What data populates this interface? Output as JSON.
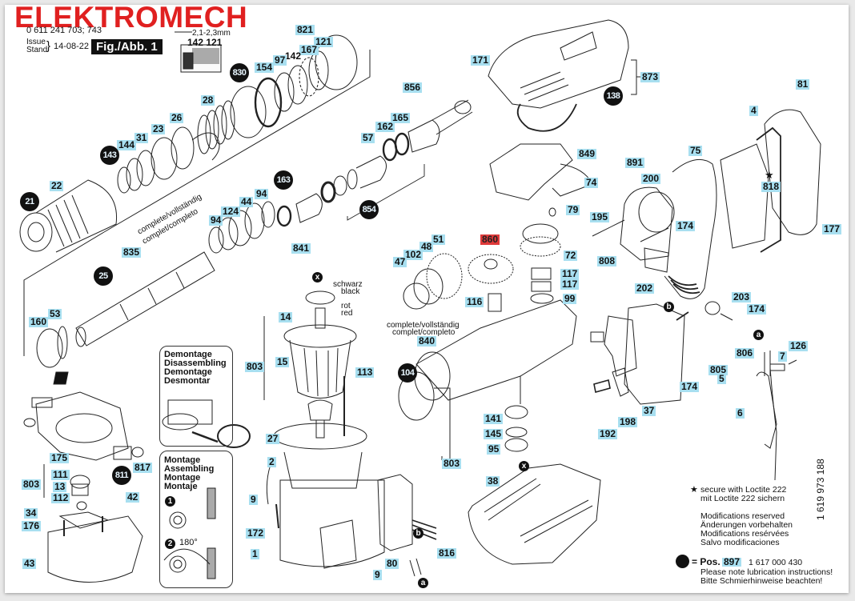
{
  "header": {
    "brand": "ELEKTROMECH",
    "model_numbers": "0 611 241 703; 743",
    "issue_label_en": "Issue",
    "issue_label_de": "Stand",
    "issue_date": "14-08-22",
    "figure_label": "Fig./Abb. 1",
    "gap_dimension": "2,1-2,3mm",
    "gap_parts": "142 121"
  },
  "callouts": {
    "p821": "821",
    "p121": "121",
    "p167": "167",
    "p142": "142",
    "p97": "97",
    "p154": "154",
    "p830": "830",
    "p28": "28",
    "p26": "26",
    "p23": "23",
    "p31": "31",
    "p144": "144",
    "p143": "143",
    "p22": "22",
    "p21": "21",
    "p856": "856",
    "p165": "165",
    "p162": "162",
    "p57": "57",
    "p854": "854",
    "p163": "163",
    "p94a": "94",
    "p44": "44",
    "p124": "124",
    "p94b": "94",
    "p841": "841",
    "p835": "835",
    "p25": "25",
    "p53": "53",
    "p160": "160",
    "p14": "14",
    "p803a": "803",
    "p15": "15",
    "p113": "113",
    "p27": "27",
    "p2": "2",
    "p9a": "9",
    "p172": "172",
    "p1": "1",
    "p9b": "9",
    "p80": "80",
    "p816": "816",
    "p175": "175",
    "p817": "817",
    "p811": "811",
    "p803b": "803",
    "p111": "111",
    "p13": "13",
    "p112": "112",
    "p42": "42",
    "p34": "34",
    "p176": "176",
    "p43": "43",
    "p171": "171",
    "p873": "873",
    "p138": "138",
    "p849": "849",
    "p74": "74",
    "p79": "79",
    "p860": "860",
    "p72": "72",
    "p51": "51",
    "p48": "48",
    "p102": "102",
    "p47": "47",
    "p117a": "117",
    "p117b": "117",
    "p116": "116",
    "p99": "99",
    "p840": "840",
    "p104": "104",
    "p141": "141",
    "p145": "145",
    "p95": "95",
    "p803c": "803",
    "p38": "38",
    "p891": "891",
    "p200": "200",
    "p195": "195",
    "p75": "75",
    "p174a": "174",
    "p808": "808",
    "p202": "202",
    "p4": "4",
    "p818": "818",
    "p81": "81",
    "p177": "177",
    "p203": "203",
    "p174b": "174",
    "p174c": "174",
    "p37": "37",
    "p192": "192",
    "p198": "198",
    "p806": "806",
    "p805": "805",
    "p5": "5",
    "p7": "7",
    "p126": "126",
    "p6": "6"
  },
  "markers": {
    "x1": "x",
    "x2": "x",
    "a1": "a",
    "a2": "a",
    "b1": "b",
    "b2": "b"
  },
  "annotations": {
    "complete_1": "complete/vollständig",
    "complete_2": "complet/completo",
    "complete_3": "complete/vollständig",
    "complete_4": "complet/completo",
    "black_de": "schwarz",
    "black_en": "black",
    "red_de": "rot",
    "red_en": "red",
    "angle": "180°",
    "step1": "1",
    "step2": "2"
  },
  "disassembly_box": {
    "lines": [
      "Demontage",
      "Disassembling",
      "Demontage",
      "Desmontar"
    ]
  },
  "assembly_box": {
    "lines": [
      "Montage",
      "Assembling",
      "Montage",
      "Montaje"
    ]
  },
  "legend": {
    "star_note_en": "secure with Loctite 222",
    "star_note_de": "mit Loctite 222 sichern",
    "modifications": [
      "Modifications reserved",
      "Änderungen vorbehalten",
      "Modifications resérvées",
      "Salvo modificaciones"
    ],
    "pos_prefix": "= Pos.",
    "pos_number": "897",
    "pos_part_number": "1 617 000 430",
    "lubrication_en": "Please note lubrication instructions!",
    "lubrication_de": "Bitte Schmierhinweise beachten!",
    "drawing_number": "1 619 973 188"
  },
  "colors": {
    "callout_bg": "#a8dff0",
    "highlight_bg": "#e03a3a",
    "brand": "#e02020"
  }
}
